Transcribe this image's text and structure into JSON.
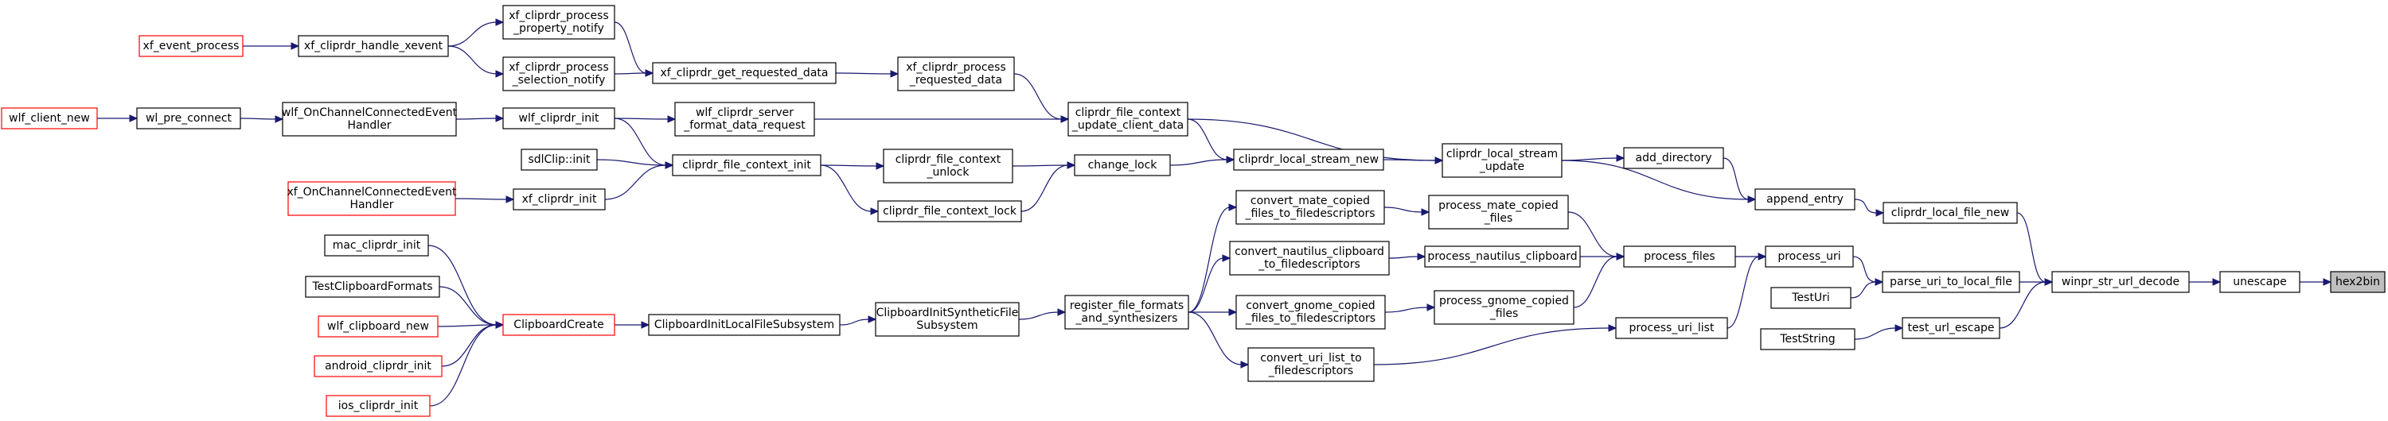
{
  "graph": {
    "nodes": [
      {
        "id": "xf_event_process",
        "lines": [
          "xf_event_process"
        ],
        "style": "red"
      },
      {
        "id": "xf_cliprdr_handle_xevent",
        "lines": [
          "xf_cliprdr_handle_xevent"
        ]
      },
      {
        "id": "xf_cliprdr_process_property_notify",
        "lines": [
          "xf_cliprdr_process",
          "_property_notify"
        ]
      },
      {
        "id": "xf_cliprdr_process_selection_notify",
        "lines": [
          "xf_cliprdr_process",
          "_selection_notify"
        ]
      },
      {
        "id": "xf_cliprdr_get_requested_data",
        "lines": [
          "xf_cliprdr_get_requested_data"
        ]
      },
      {
        "id": "xf_cliprdr_process_requested_data",
        "lines": [
          "xf_cliprdr_process",
          "_requested_data"
        ]
      },
      {
        "id": "wlf_client_new",
        "lines": [
          "wlf_client_new"
        ],
        "style": "red"
      },
      {
        "id": "wl_pre_connect",
        "lines": [
          "wl_pre_connect"
        ]
      },
      {
        "id": "wlf_OnChannelConnectedEventHandler",
        "lines": [
          "wlf_OnChannelConnectedEvent",
          "Handler"
        ]
      },
      {
        "id": "wlf_cliprdr_init",
        "lines": [
          "wlf_cliprdr_init"
        ]
      },
      {
        "id": "wlf_cliprdr_server_format_data_request",
        "lines": [
          "wlf_cliprdr_server",
          "_format_data_request"
        ]
      },
      {
        "id": "sdlClip_init",
        "lines": [
          "sdlClip::init"
        ]
      },
      {
        "id": "cliprdr_file_context_init",
        "lines": [
          "cliprdr_file_context_init"
        ]
      },
      {
        "id": "cliprdr_file_context_unlock",
        "lines": [
          "cliprdr_file_context",
          "_unlock"
        ]
      },
      {
        "id": "cliprdr_file_context_lock",
        "lines": [
          "cliprdr_file_context_lock"
        ]
      },
      {
        "id": "change_lock",
        "lines": [
          "change_lock"
        ]
      },
      {
        "id": "cliprdr_file_context_update_client_data",
        "lines": [
          "cliprdr_file_context",
          "_update_client_data"
        ]
      },
      {
        "id": "cliprdr_local_stream_new",
        "lines": [
          "cliprdr_local_stream_new"
        ]
      },
      {
        "id": "cliprdr_local_stream_update",
        "lines": [
          "cliprdr_local_stream",
          "_update"
        ]
      },
      {
        "id": "xf_OnChannelConnectedEventHandler",
        "lines": [
          "xf_OnChannelConnectedEvent",
          "Handler"
        ],
        "style": "red"
      },
      {
        "id": "xf_cliprdr_init",
        "lines": [
          "xf_cliprdr_init"
        ]
      },
      {
        "id": "mac_cliprdr_init",
        "lines": [
          "mac_cliprdr_init"
        ]
      },
      {
        "id": "TestClipboardFormats",
        "lines": [
          "TestClipboardFormats"
        ]
      },
      {
        "id": "wlf_clipboard_new",
        "lines": [
          "wlf_clipboard_new"
        ],
        "style": "red"
      },
      {
        "id": "android_cliprdr_init",
        "lines": [
          "android_cliprdr_init"
        ],
        "style": "red"
      },
      {
        "id": "ios_cliprdr_init",
        "lines": [
          "ios_cliprdr_init"
        ],
        "style": "red"
      },
      {
        "id": "ClipboardCreate",
        "lines": [
          "ClipboardCreate"
        ],
        "style": "red"
      },
      {
        "id": "ClipboardInitLocalFileSubsystem",
        "lines": [
          "ClipboardInitLocalFileSubsystem"
        ]
      },
      {
        "id": "ClipboardInitSyntheticFileSubsystem",
        "lines": [
          "ClipboardInitSyntheticFile",
          "Subsystem"
        ]
      },
      {
        "id": "register_file_formats_and_synthesizers",
        "lines": [
          "register_file_formats",
          "_and_synthesizers"
        ]
      },
      {
        "id": "convert_mate_copied_files_to_filedescriptors",
        "lines": [
          "convert_mate_copied",
          "_files_to_filedescriptors"
        ]
      },
      {
        "id": "convert_nautilus_clipboard_to_filedescriptors",
        "lines": [
          "convert_nautilus_clipboard",
          "_to_filedescriptors"
        ]
      },
      {
        "id": "convert_gnome_copied_files_to_filedescriptors",
        "lines": [
          "convert_gnome_copied",
          "_files_to_filedescriptors"
        ]
      },
      {
        "id": "convert_uri_list_to_filedescriptors",
        "lines": [
          "convert_uri_list_to",
          "_filedescriptors"
        ]
      },
      {
        "id": "process_mate_copied_files",
        "lines": [
          "process_mate_copied",
          "_files"
        ]
      },
      {
        "id": "process_nautilus_clipboard",
        "lines": [
          "process_nautilus_clipboard"
        ]
      },
      {
        "id": "process_gnome_copied_files",
        "lines": [
          "process_gnome_copied",
          "_files"
        ]
      },
      {
        "id": "process_files",
        "lines": [
          "process_files"
        ]
      },
      {
        "id": "process_uri_list",
        "lines": [
          "process_uri_list"
        ]
      },
      {
        "id": "add_directory",
        "lines": [
          "add_directory"
        ]
      },
      {
        "id": "append_entry",
        "lines": [
          "append_entry"
        ]
      },
      {
        "id": "cliprdr_local_file_new",
        "lines": [
          "cliprdr_local_file_new"
        ]
      },
      {
        "id": "process_uri",
        "lines": [
          "process_uri"
        ]
      },
      {
        "id": "TestUri",
        "lines": [
          "TestUri"
        ]
      },
      {
        "id": "parse_uri_to_local_file",
        "lines": [
          "parse_uri_to_local_file"
        ]
      },
      {
        "id": "TestString",
        "lines": [
          "TestString"
        ]
      },
      {
        "id": "test_url_escape",
        "lines": [
          "test_url_escape"
        ]
      },
      {
        "id": "winpr_str_url_decode",
        "lines": [
          "winpr_str_url_decode"
        ]
      },
      {
        "id": "unescape",
        "lines": [
          "unescape"
        ]
      },
      {
        "id": "hex2bin",
        "lines": [
          "hex2bin"
        ],
        "style": "root"
      }
    ],
    "edges": [
      [
        "xf_event_process",
        "xf_cliprdr_handle_xevent"
      ],
      [
        "xf_cliprdr_handle_xevent",
        "xf_cliprdr_process_property_notify"
      ],
      [
        "xf_cliprdr_handle_xevent",
        "xf_cliprdr_process_selection_notify"
      ],
      [
        "xf_cliprdr_process_property_notify",
        "xf_cliprdr_get_requested_data"
      ],
      [
        "xf_cliprdr_process_selection_notify",
        "xf_cliprdr_get_requested_data"
      ],
      [
        "xf_cliprdr_get_requested_data",
        "xf_cliprdr_process_requested_data"
      ],
      [
        "xf_cliprdr_process_requested_data",
        "cliprdr_file_context_update_client_data"
      ],
      [
        "wlf_client_new",
        "wl_pre_connect"
      ],
      [
        "wl_pre_connect",
        "wlf_OnChannelConnectedEventHandler"
      ],
      [
        "wlf_OnChannelConnectedEventHandler",
        "wlf_cliprdr_init"
      ],
      [
        "wlf_cliprdr_init",
        "wlf_cliprdr_server_format_data_request"
      ],
      [
        "wlf_cliprdr_init",
        "cliprdr_file_context_init"
      ],
      [
        "wlf_cliprdr_server_format_data_request",
        "cliprdr_file_context_update_client_data"
      ],
      [
        "sdlClip_init",
        "cliprdr_file_context_init"
      ],
      [
        "xf_OnChannelConnectedEventHandler",
        "xf_cliprdr_init"
      ],
      [
        "xf_cliprdr_init",
        "cliprdr_file_context_init"
      ],
      [
        "cliprdr_file_context_init",
        "cliprdr_file_context_unlock"
      ],
      [
        "cliprdr_file_context_init",
        "cliprdr_file_context_lock"
      ],
      [
        "cliprdr_file_context_unlock",
        "change_lock"
      ],
      [
        "cliprdr_file_context_lock",
        "change_lock"
      ],
      [
        "change_lock",
        "cliprdr_local_stream_new"
      ],
      [
        "cliprdr_file_context_update_client_data",
        "cliprdr_local_stream_new"
      ],
      [
        "cliprdr_file_context_update_client_data",
        "cliprdr_local_stream_update"
      ],
      [
        "cliprdr_local_stream_new",
        "cliprdr_local_stream_update"
      ],
      [
        "cliprdr_local_stream_update",
        "add_directory"
      ],
      [
        "cliprdr_local_stream_update",
        "append_entry"
      ],
      [
        "add_directory",
        "append_entry"
      ],
      [
        "append_entry",
        "cliprdr_local_file_new"
      ],
      [
        "cliprdr_local_file_new",
        "winpr_str_url_decode"
      ],
      [
        "mac_cliprdr_init",
        "ClipboardCreate"
      ],
      [
        "TestClipboardFormats",
        "ClipboardCreate"
      ],
      [
        "wlf_clipboard_new",
        "ClipboardCreate"
      ],
      [
        "android_cliprdr_init",
        "ClipboardCreate"
      ],
      [
        "ios_cliprdr_init",
        "ClipboardCreate"
      ],
      [
        "ClipboardCreate",
        "ClipboardInitLocalFileSubsystem"
      ],
      [
        "ClipboardInitLocalFileSubsystem",
        "ClipboardInitSyntheticFileSubsystem"
      ],
      [
        "ClipboardInitSyntheticFileSubsystem",
        "register_file_formats_and_synthesizers"
      ],
      [
        "register_file_formats_and_synthesizers",
        "convert_mate_copied_files_to_filedescriptors"
      ],
      [
        "register_file_formats_and_synthesizers",
        "convert_nautilus_clipboard_to_filedescriptors"
      ],
      [
        "register_file_formats_and_synthesizers",
        "convert_gnome_copied_files_to_filedescriptors"
      ],
      [
        "register_file_formats_and_synthesizers",
        "convert_uri_list_to_filedescriptors"
      ],
      [
        "convert_mate_copied_files_to_filedescriptors",
        "process_mate_copied_files"
      ],
      [
        "convert_nautilus_clipboard_to_filedescriptors",
        "process_nautilus_clipboard"
      ],
      [
        "convert_gnome_copied_files_to_filedescriptors",
        "process_gnome_copied_files"
      ],
      [
        "convert_uri_list_to_filedescriptors",
        "process_uri_list"
      ],
      [
        "process_mate_copied_files",
        "process_files"
      ],
      [
        "process_nautilus_clipboard",
        "process_files"
      ],
      [
        "process_gnome_copied_files",
        "process_files"
      ],
      [
        "process_files",
        "process_uri"
      ],
      [
        "process_uri_list",
        "process_uri"
      ],
      [
        "process_uri",
        "parse_uri_to_local_file"
      ],
      [
        "TestUri",
        "parse_uri_to_local_file"
      ],
      [
        "parse_uri_to_local_file",
        "winpr_str_url_decode"
      ],
      [
        "TestString",
        "test_url_escape"
      ],
      [
        "test_url_escape",
        "winpr_str_url_decode"
      ],
      [
        "winpr_str_url_decode",
        "unescape"
      ],
      [
        "unescape",
        "hex2bin"
      ]
    ],
    "colors": {
      "edge": "#191970",
      "node_border": "#000000",
      "highlight_border": "#ff0000",
      "root_fill": "#bfbfbf"
    }
  }
}
